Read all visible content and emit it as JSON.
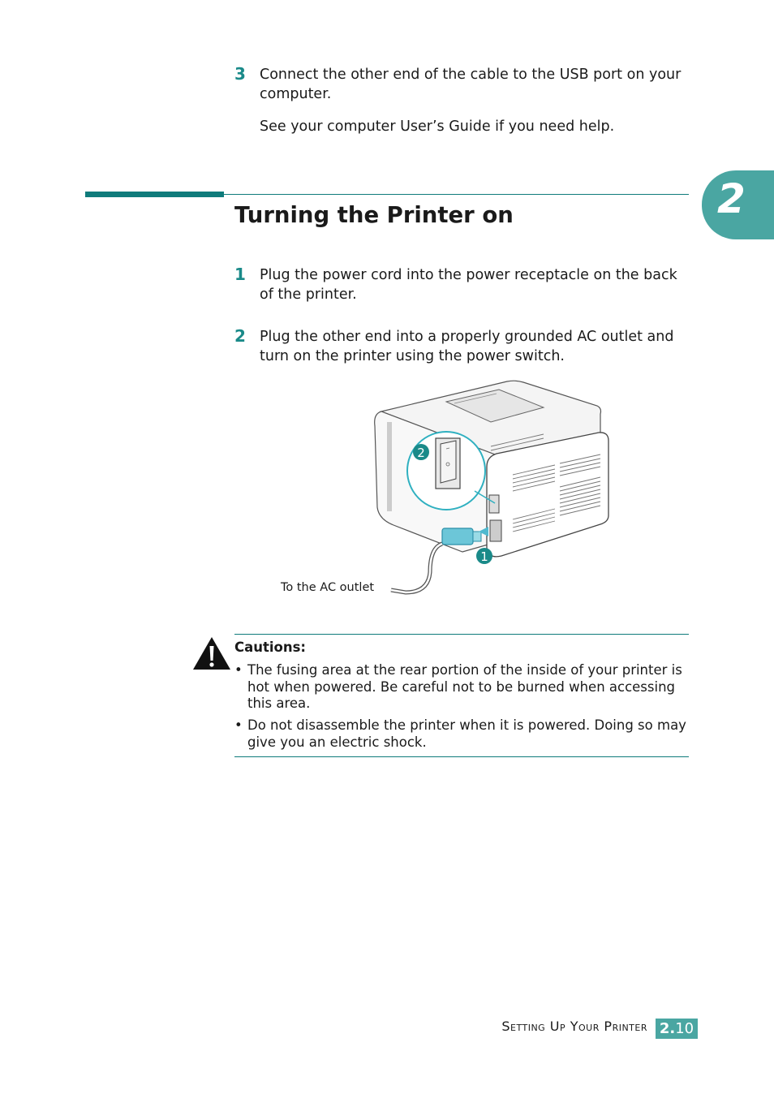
{
  "chapter_tab": "2",
  "steps_top": [
    {
      "num": "3",
      "text": "Connect the other end of the cable to the USB port on your computer."
    },
    {
      "text": "See your computer User’s Guide if you need help."
    }
  ],
  "section": {
    "title": "Turning the Printer on",
    "steps": [
      {
        "num": "1",
        "text": "Plug the power cord into the power receptacle on the back of the printer."
      },
      {
        "num": "2",
        "text": "Plug the other end into a properly grounded AC outlet and turn on the printer using the power switch."
      }
    ]
  },
  "figure": {
    "callout_switch": "2",
    "callout_power": "1",
    "outlet_label": "To the AC outlet"
  },
  "caution": {
    "title": "Cautions:",
    "bullets": [
      "The fusing area at the rear portion of the inside of your printer is hot when powered. Be careful not to be burned when accessing this area.",
      "Do not disassemble the printer when it is powered. Doing so may give you an electric shock."
    ]
  },
  "footer": {
    "section_name": "Setting Up Your Printer",
    "page_chapter": "2.",
    "page_number": "10"
  }
}
